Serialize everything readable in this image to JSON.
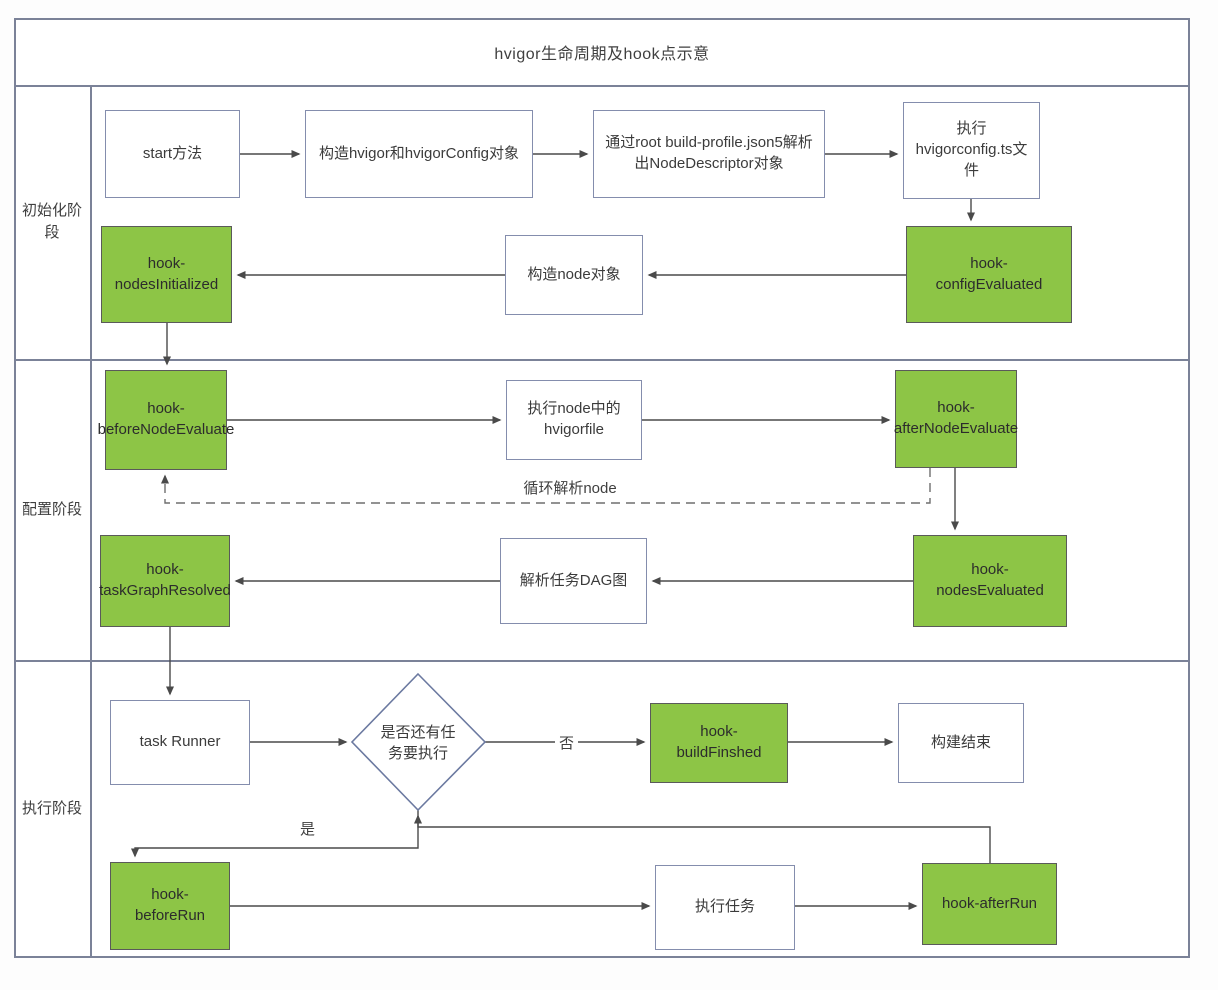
{
  "title": "hvigor生命周期及hook点示意",
  "stages": {
    "init": "初始化阶段",
    "config": "配置阶段",
    "exec": "执行阶段"
  },
  "nodes": {
    "start": "start方法",
    "build_hvigor": "构造hvigor和hvigorConfig对象",
    "parse_node_descriptor": "通过root build-profile.json5解析出NodeDescriptor对象",
    "exec_hvigorconfig": "执行hvigorconfig.ts文件",
    "hook_config_evaluated": "hook-configEvaluated",
    "build_node": "构造node对象",
    "hook_nodes_initialized": "hook-nodesInitialized",
    "hook_before_node_evaluate": "hook-beforeNodeEvaluate",
    "exec_hvigorfile": "执行node中的hvigorfile",
    "hook_after_node_evaluate": "hook-afterNodeEvaluate",
    "hook_nodes_evaluated": "hook-nodesEvaluated",
    "parse_task_dag": "解析任务DAG图",
    "hook_task_graph_resolved": "hook-taskGraphResolved",
    "task_runner": "task Runner",
    "decision": "是否还有任务要执行",
    "hook_build_finshed": "hook-buildFinshed",
    "build_end": "构建结束",
    "hook_before_run": "hook-beforeRun",
    "exec_task": "执行任务",
    "hook_after_run": "hook-afterRun"
  },
  "edge_labels": {
    "loop": "循环解析node",
    "no": "否",
    "yes": "是"
  },
  "colors": {
    "hook_green": "#8dc546",
    "hook_border": "#5a5a5a",
    "box_border": "#848dad",
    "grid": "#7b8298",
    "arrow": "#4a4a4a"
  }
}
